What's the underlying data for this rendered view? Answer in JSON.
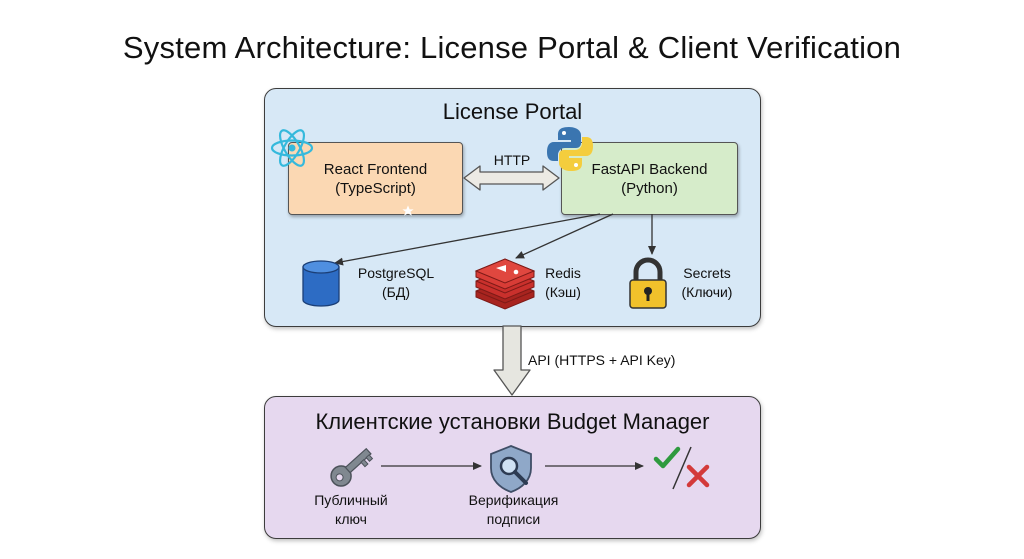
{
  "title": "System Architecture: License Portal & Client Verification",
  "portal": {
    "title": "License Portal",
    "frontend": {
      "line1": "React Frontend",
      "line2": "(TypeScript)",
      "icon": "react-icon"
    },
    "backend": {
      "line1": "FastAPI Backend",
      "line2": "(Python)",
      "icon": "python-icon"
    },
    "link_label": "HTTP",
    "stores": [
      {
        "line1": "PostgreSQL",
        "line2": "(БД)",
        "icon": "database-icon"
      },
      {
        "line1": "Redis",
        "line2": "(Кэш)",
        "icon": "redis-icon"
      },
      {
        "line1": "Secrets",
        "line2": "(Ключи)",
        "icon": "padlock-icon"
      }
    ]
  },
  "api_label": "API (HTTPS + API Key)",
  "client": {
    "title": "Клиентские установки Budget Manager",
    "steps": [
      {
        "line1": "Публичный",
        "line2": "ключ",
        "icon": "key-icon"
      },
      {
        "line1": "Верификация",
        "line2": "подписи",
        "icon": "shield-search-icon"
      },
      {
        "icon": "check-cross-icon"
      }
    ]
  },
  "colors": {
    "portal_bg": "#d7e8f6",
    "client_bg": "#e6d8ef",
    "frontend_bg": "#fbd8b3",
    "backend_bg": "#d6ecca",
    "postgres_blue": "#2d6cc4",
    "redis_red": "#c9302c",
    "lock_yellow": "#f1c12b",
    "check_green": "#2e9a3e",
    "cross_red": "#d33a3a"
  }
}
